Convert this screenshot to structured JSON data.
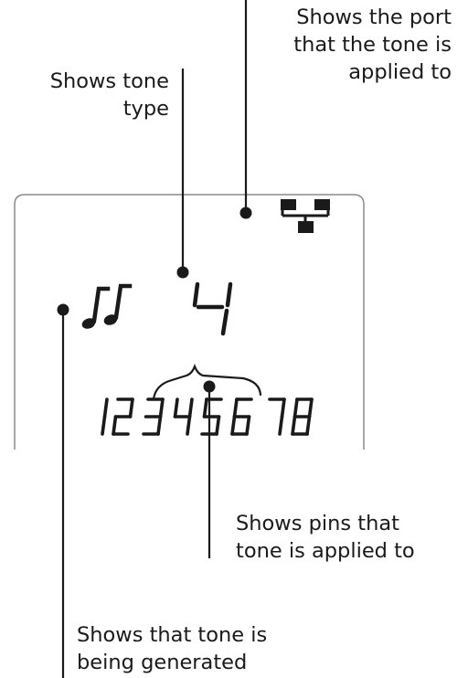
{
  "callouts": {
    "port": {
      "line1": "Shows the port",
      "line2": "that the tone is",
      "line3": "applied to"
    },
    "type": {
      "line1": "Shows tone",
      "line2": "type"
    },
    "pins": {
      "line1": "Shows pins that",
      "line2": "tone is applied to"
    },
    "generating": {
      "line1": "Shows that tone is",
      "line2": "being generated"
    }
  },
  "display": {
    "tone_type_digit": "4",
    "pin_digits": [
      "1",
      "2",
      "3",
      "4",
      "5",
      "6",
      "7",
      "8"
    ],
    "tone_icon": "music-notes-icon",
    "port_icon": "network-port-icon"
  },
  "colors": {
    "ink": "#1a1a1a",
    "frame": "#8a8a8a",
    "background": "#ffffff"
  }
}
